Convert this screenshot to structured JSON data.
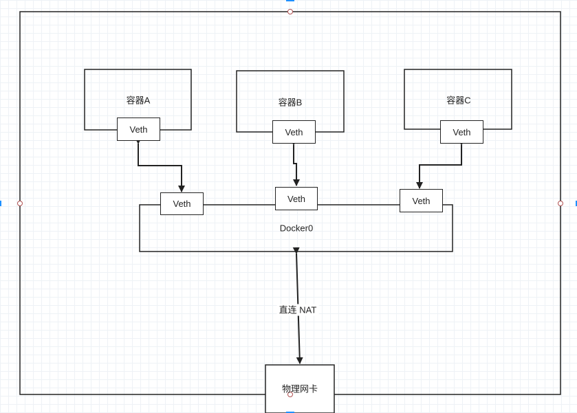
{
  "containers": [
    {
      "id": "a",
      "label": "容器A",
      "veth_label": "Veth"
    },
    {
      "id": "b",
      "label": "容器B",
      "veth_label": "Veth"
    },
    {
      "id": "c",
      "label": "容器C",
      "veth_label": "Veth"
    }
  ],
  "bridge": {
    "label": "Docker0",
    "veth_labels": [
      "Veth",
      "Veth",
      "Veth"
    ]
  },
  "link": {
    "label": "直连 NAT"
  },
  "nic": {
    "label": "物理网卡"
  },
  "colors": {
    "stroke": "#222222",
    "handle": "#b05050",
    "selection": "#1e90ff"
  }
}
